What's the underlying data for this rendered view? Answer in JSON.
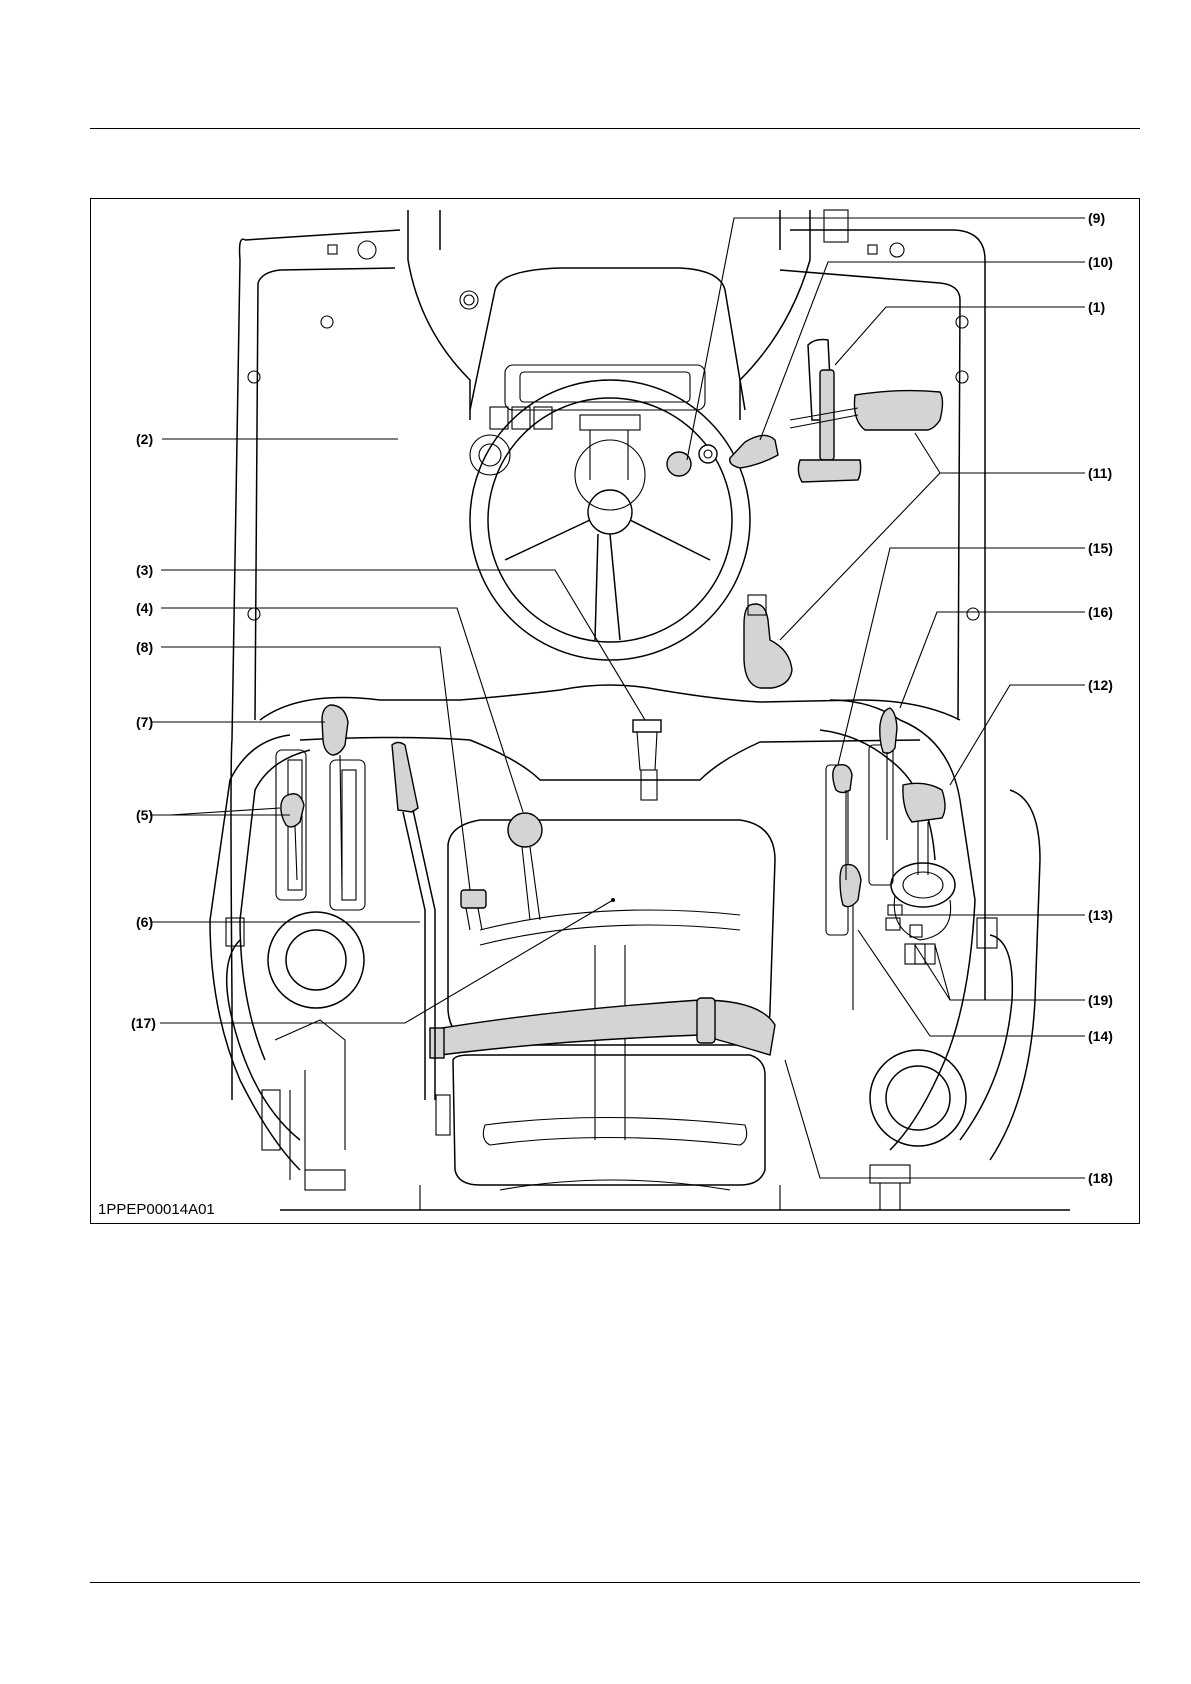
{
  "figure": {
    "id": "1PPEP00014A01",
    "callouts": [
      {
        "key": "c9",
        "label": "(9)"
      },
      {
        "key": "c10",
        "label": "(10)"
      },
      {
        "key": "c1",
        "label": "(1)"
      },
      {
        "key": "c2",
        "label": "(2)"
      },
      {
        "key": "c11",
        "label": "(11)"
      },
      {
        "key": "c15",
        "label": "(15)"
      },
      {
        "key": "c3",
        "label": "(3)"
      },
      {
        "key": "c16",
        "label": "(16)"
      },
      {
        "key": "c4",
        "label": "(4)"
      },
      {
        "key": "c12",
        "label": "(12)"
      },
      {
        "key": "c8",
        "label": "(8)"
      },
      {
        "key": "c7",
        "label": "(7)"
      },
      {
        "key": "c5",
        "label": "(5)"
      },
      {
        "key": "c6",
        "label": "(6)"
      },
      {
        "key": "c13",
        "label": "(13)"
      },
      {
        "key": "c19",
        "label": "(19)"
      },
      {
        "key": "c17",
        "label": "(17)"
      },
      {
        "key": "c14",
        "label": "(14)"
      },
      {
        "key": "c18",
        "label": "(18)"
      }
    ]
  },
  "colors": {
    "line": "#000000",
    "part_fill": "#d4d4d4",
    "background": "#ffffff"
  }
}
